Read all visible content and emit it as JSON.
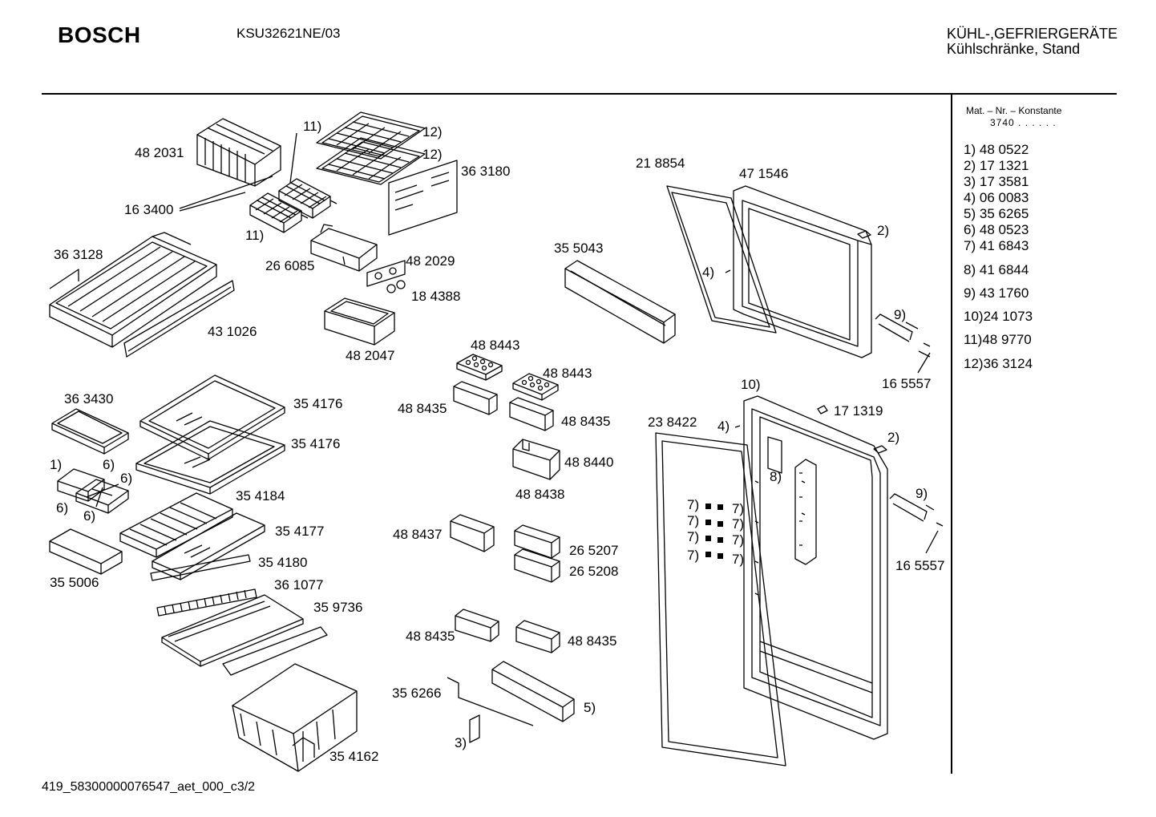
{
  "header": {
    "brand": "BOSCH",
    "model": "KSU32621NE/03",
    "category_line1": "KÜHL-,GEFRIERGERÄTE",
    "category_line2": "Kühlschränke, Stand"
  },
  "sidebar": {
    "mat_header": "Mat. – Nr. – Konstante",
    "mat_constant": "3740  .  .   .  .  .  .",
    "legend": [
      {
        "key": "1)",
        "value": "48 0522"
      },
      {
        "key": "2)",
        "value": "17 1321"
      },
      {
        "key": "3)",
        "value": "17 3581"
      },
      {
        "key": "4)",
        "value": "06 0083"
      },
      {
        "key": "5)",
        "value": "35 6265"
      },
      {
        "key": "6)",
        "value": "48 0523"
      },
      {
        "key": "7)",
        "value": "41 6843"
      },
      {
        "key": "8)",
        "value": "41 6844"
      },
      {
        "key": "9)",
        "value": "43 1760"
      },
      {
        "key": "10)",
        "value": "24 1073"
      },
      {
        "key": "11)",
        "value": "48 9770"
      },
      {
        "key": "12)",
        "value": "36 3124"
      }
    ]
  },
  "labels": {
    "p482031": "48 2031",
    "p163400": "16 3400",
    "p11a": "11)",
    "p11b": "11)",
    "p12a": "12)",
    "p12b": "12)",
    "p363180": "36 3180",
    "p363128": "36 3128",
    "p266085": "26 6085",
    "p482029": "48 2029",
    "p184388": "18 4388",
    "p431026": "43 1026",
    "p482047": "48 2047",
    "p218854": "21 8854",
    "p471546": "47 1546",
    "p355043": "35 5043",
    "p4a": "4)",
    "p2a": "2)",
    "p9a": "9)",
    "p165557a": "16 5557",
    "p488443a": "48 8443",
    "p488443b": "48 8443",
    "p488435a": "48 8435",
    "p488435b": "48 8435",
    "p488440": "48 8440",
    "p488438": "48 8438",
    "p488437": "48 8437",
    "p265207": "26 5207",
    "p265208": "26 5208",
    "p488435c": "48 8435",
    "p488435d": "48 8435",
    "p356266": "35 6266",
    "p3": "3)",
    "p5": "5)",
    "p363430": "36 3430",
    "p354176a": "35 4176",
    "p354176b": "35 4176",
    "p1": "1)",
    "p6a": "6)",
    "p6b": "6)",
    "p6c": "6)",
    "p6d": "6)",
    "p354184": "35 4184",
    "p354177": "35 4177",
    "p355006": "35 5006",
    "p354180": "35 4180",
    "p361077": "36 1077",
    "p359736": "35 9736",
    "p354162": "35 4162",
    "p10": "10)",
    "p171319": "17 1319",
    "p238422": "23 8422",
    "p4b": "4)",
    "p2b": "2)",
    "p8": "8)",
    "p7a": "7)",
    "p7b": "7)",
    "p7c": "7)",
    "p7d": "7)",
    "p7e": "7)",
    "p7f": "7)",
    "p7g": "7)",
    "p7h": "7)",
    "p9b": "9)",
    "p165557b": "16 5557"
  },
  "footer": {
    "code": "419_58300000076547_aet_000_c",
    "page": "3/2"
  }
}
